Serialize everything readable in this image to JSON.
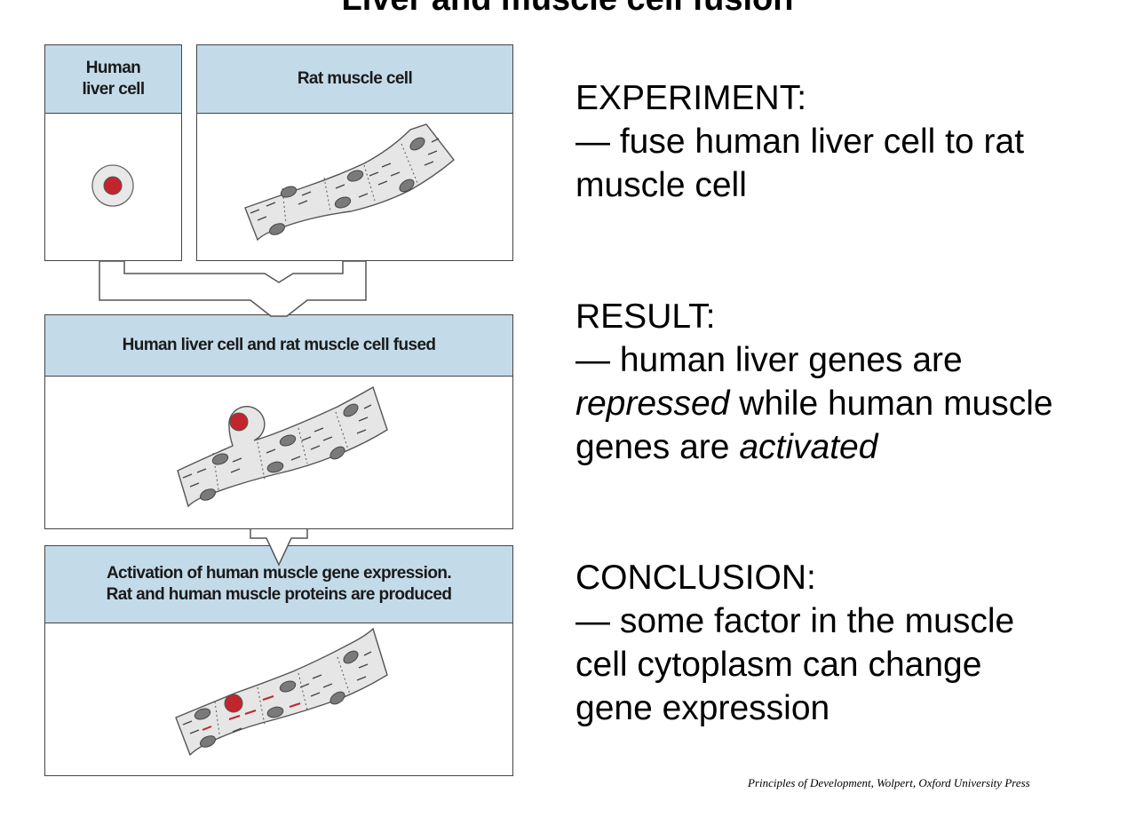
{
  "title": "Liver and muscle cell fusion",
  "panels": {
    "human_liver_cell": "Human\nliver cell",
    "rat_muscle_cell": "Rat muscle cell",
    "fused": "Human liver cell and rat muscle cell fused",
    "activation": "Activation of human muscle gene expression.\nRat and human muscle proteins are produced"
  },
  "experiment": {
    "heading": "EXPERIMENT:",
    "line1": "— fuse human liver cell to rat",
    "line2": "muscle cell"
  },
  "result": {
    "heading": "RESULT:",
    "line1": "— human liver genes are",
    "italic1": "repressed",
    "rest1": " while human muscle",
    "line3_prefix": "genes are ",
    "italic2": "activated"
  },
  "conclusion": {
    "heading": "CONCLUSION:",
    "line1": "— some factor in the muscle",
    "line2": "cell cytoplasm can change",
    "line3": "gene expression"
  },
  "citation": "Principles of Development, Wolpert, Oxford University Press",
  "colors": {
    "header_fill": "#c3dbe9",
    "nucleus_red": "#c0262b",
    "muscle_fill": "#e6e6e6",
    "muscle_nucleus": "#7a7a7a"
  }
}
